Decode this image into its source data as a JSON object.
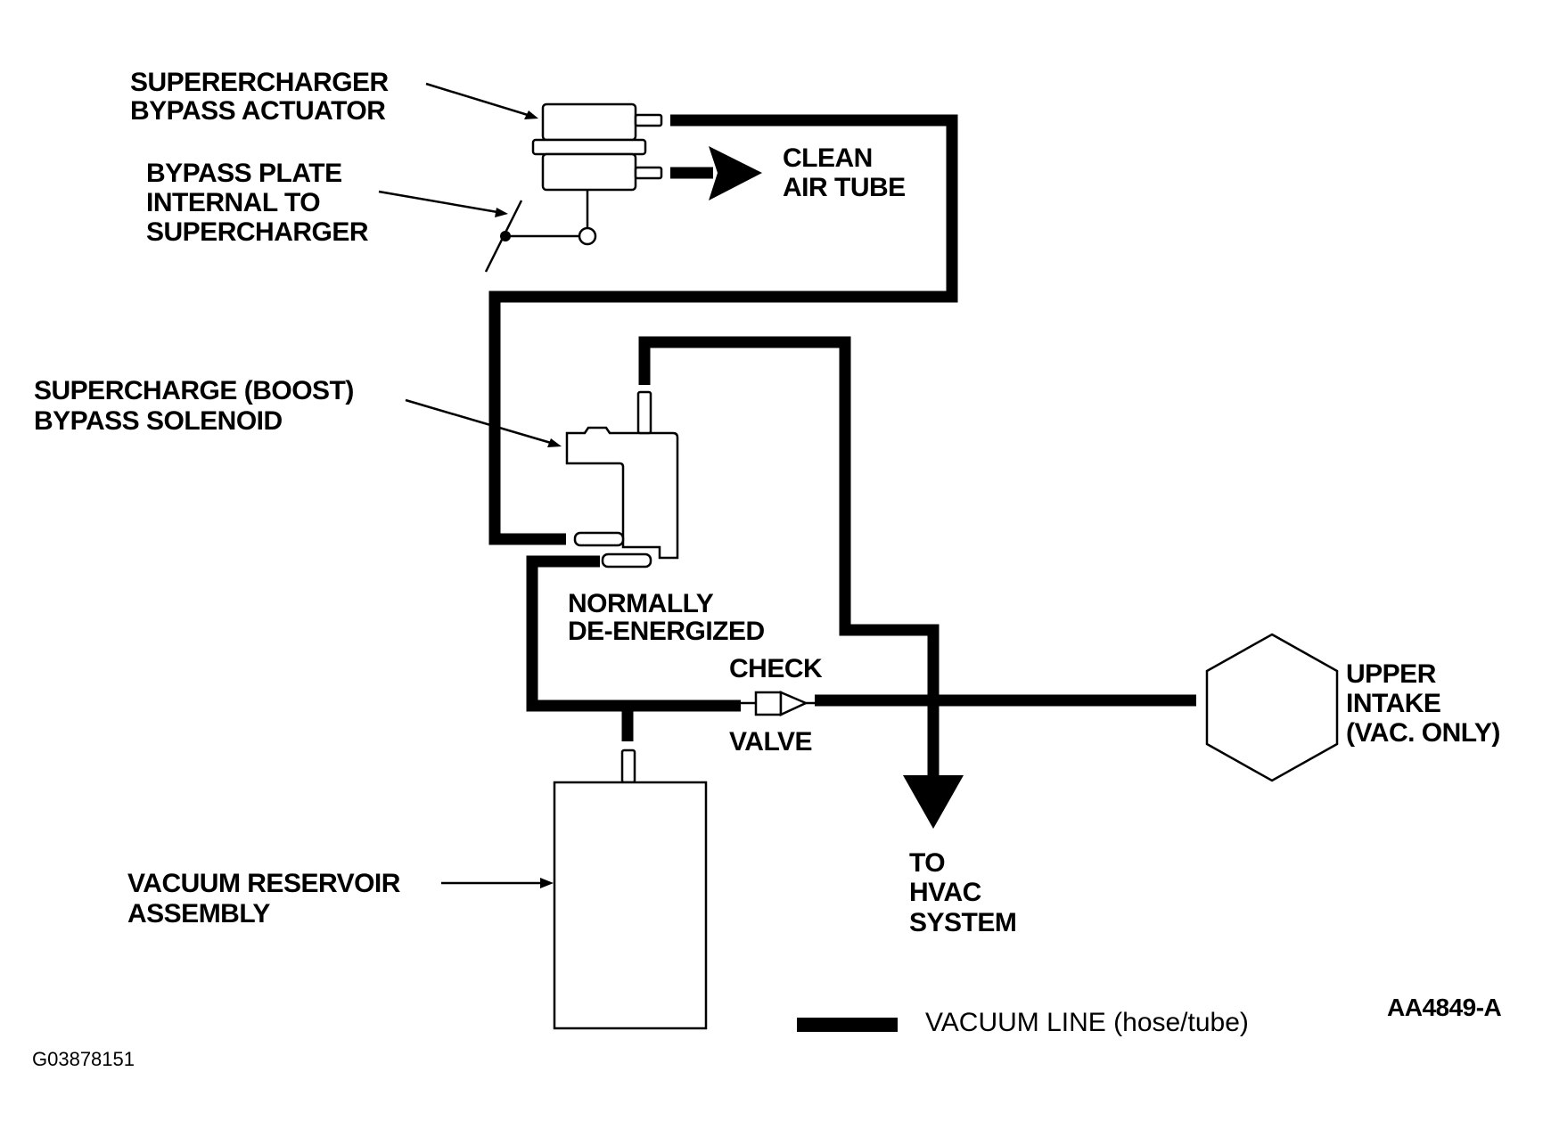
{
  "labels": {
    "actuator": [
      "SUPERERCHARGER",
      "BYPASS ACTUATOR"
    ],
    "bypass_plate": [
      "BYPASS PLATE",
      "INTERNAL TO",
      "SUPERCHARGER"
    ],
    "clean_air": [
      "CLEAN",
      "AIR TUBE"
    ],
    "solenoid": [
      "SUPERCHARGE (BOOST)",
      "BYPASS SOLENOID"
    ],
    "normally": [
      "NORMALLY",
      "DE-ENERGIZED"
    ],
    "check_valve_top": "CHECK",
    "check_valve_bottom": "VALVE",
    "upper_intake": [
      "UPPER",
      "INTAKE",
      "(VAC. ONLY)"
    ],
    "hvac": [
      "TO",
      "HVAC",
      "SYSTEM"
    ],
    "reservoir": [
      "VACUUM RESERVOIR",
      "ASSEMBLY"
    ]
  },
  "legend": {
    "vacuum_line": "VACUUM LINE (hose/tube)"
  },
  "figure_code": "AA4849-A",
  "image_code": "G03878151",
  "colors": {
    "line": "#000000",
    "background": "#ffffff"
  }
}
